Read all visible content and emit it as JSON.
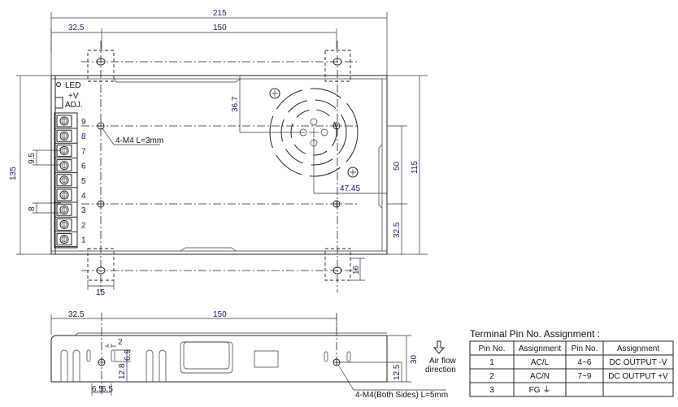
{
  "top_view": {
    "dimensions": {
      "overall_length": "215",
      "hole_offset": "32.5",
      "hole_spacing": "150",
      "overall_height": "135",
      "terminal_pitch": "9.5",
      "terminal_width": "8",
      "fan_offset": "36.7",
      "hole_spacing_vertical": "50",
      "hole_offset_vertical": "32.5",
      "height_115": "115",
      "fan_center_offset": "47.45",
      "tab_height": "16",
      "tab_width": "15"
    },
    "labels": {
      "led": "LED",
      "v_adj_1": "+V",
      "v_adj_2": "ADJ.",
      "screw_note": "4-M4 L=3mm"
    },
    "terminal_numbers": [
      "9",
      "8",
      "7",
      "6",
      "5",
      "4",
      "3",
      "2",
      "1"
    ]
  },
  "side_view": {
    "dimensions": {
      "hole_offset": "32.5",
      "hole_spacing": "150",
      "slot_gap": "2",
      "slot_height": "6.9",
      "slot_base": "12.8",
      "slot_left": "6.5",
      "slot_right": "6.5",
      "height": "30",
      "hole_height": "12.5"
    },
    "labels": {
      "airflow_1": "Air flow",
      "airflow_2": "direction",
      "screw_note": "4-M4(Both Sides) L=5mm"
    }
  },
  "pin_table": {
    "title": "Terminal Pin No. Assignment :",
    "headers": [
      "Pin No.",
      "Assignment",
      "Pin No.",
      "Assignment"
    ],
    "rows": [
      [
        "1",
        "AC/L",
        "4~6",
        "DC OUTPUT -V"
      ],
      [
        "2",
        "AC/N",
        "7~9",
        "DC OUTPUT +V"
      ],
      [
        "3",
        "FG ⏚",
        "",
        ""
      ]
    ]
  }
}
